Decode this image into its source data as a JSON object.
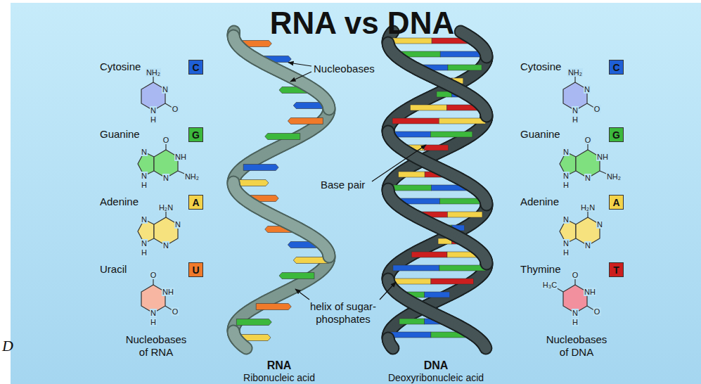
{
  "diagram": {
    "title": "RNA vs DNA",
    "nodes": [
      {
        "text": [
          "C"
        ]
      },
      {
        "text": [
          "G"
        ]
      },
      {
        "text": [
          "A"
        ]
      },
      {
        "text": [
          "U"
        ]
      },
      {
        "text": [
          "C"
        ]
      },
      {
        "text": [
          "G"
        ]
      },
      {
        "text": [
          "A"
        ]
      },
      {
        "text": [
          "T"
        ]
      }
    ],
    "labels": [
      "Cytosine",
      "NH₂",
      "N",
      "O",
      "N",
      "H",
      "Guanine",
      "O",
      "NH",
      "NH₂",
      "N",
      "N",
      "N",
      "H",
      "Adenine",
      "H₂N",
      "N",
      "N",
      "N",
      "N",
      "H",
      "Uracil",
      "O",
      "NH",
      "O",
      "N",
      "H",
      "Nucleobases of RNA",
      "Nucleobases",
      "Base pair",
      "helix of sugar-phosphates",
      "RNA",
      "Ribonucleic acid",
      "DNA",
      "Deoxyribonucleic acid",
      "Cytosine",
      "NH₂",
      "N",
      "O",
      "N",
      "H",
      "Guanine",
      "O",
      "NH",
      "NH₂",
      "N",
      "N",
      "N",
      "H",
      "Adenine",
      "H₂N",
      "N",
      "N",
      "N",
      "N",
      "H",
      "Thymine",
      "H₃C",
      "O",
      "NH",
      "O",
      "N",
      "H",
      "Nucleobases of DNA",
      "D"
    ]
  }
}
